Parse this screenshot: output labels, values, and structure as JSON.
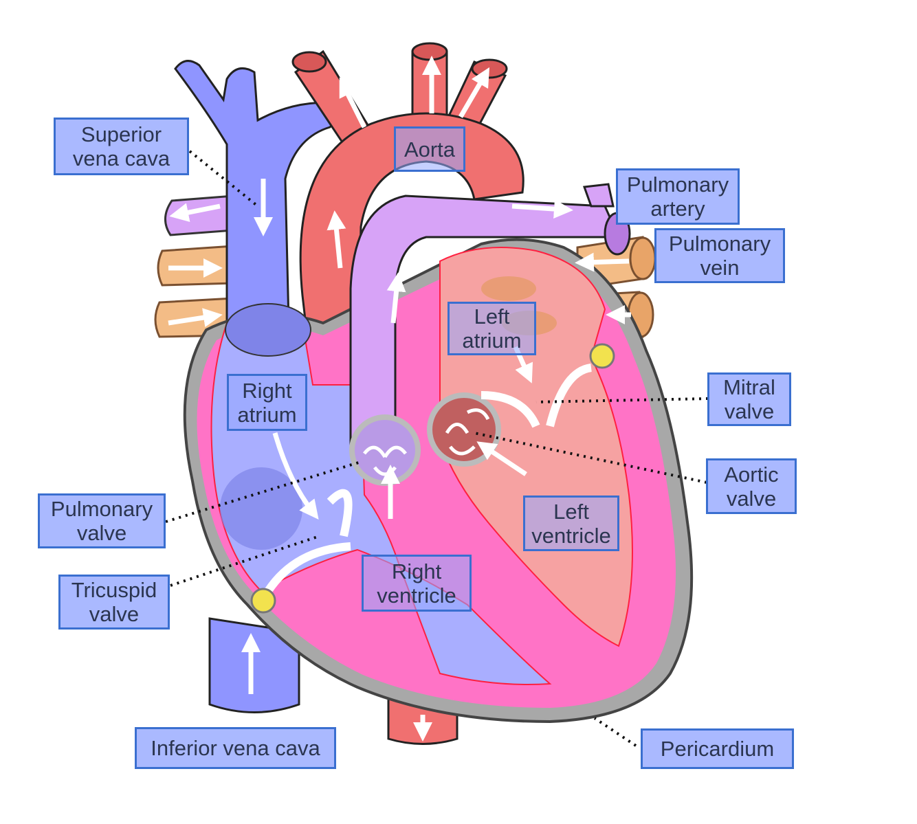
{
  "labels": {
    "superior_vena_cava": "Superior\nvena  cava",
    "aorta": "Aorta",
    "pulmonary_artery": "Pulmonary\nartery",
    "pulmonary_vein": "Pulmonary\nvein",
    "left_atrium": "Left\natrium",
    "right_atrium": "Right\natrium",
    "mitral_valve": "Mitral\nvalve",
    "aortic_valve": "Aortic\nvalve",
    "pulmonary_valve": "Pulmonary\nvalve",
    "left_ventricle": "Left\nventricle",
    "tricuspid_valve": "Tricuspid\nvalve",
    "right_ventricle": "Right\nventricle",
    "inferior_vena_cava": "Inferior vena cava",
    "pericardium": "Pericardium"
  },
  "colors": {
    "deoxygenated_blood": "#8f95ff",
    "oxygenated_blood": "#f07070",
    "pulmonary_artery": "#d7a3f7",
    "pulmonary_vein": "#f3bc86",
    "myocardium": "#ff73c6",
    "pericardium": "#a8a8a8",
    "label_fill": "#aab9ff",
    "label_border": "#3a6fd0"
  }
}
